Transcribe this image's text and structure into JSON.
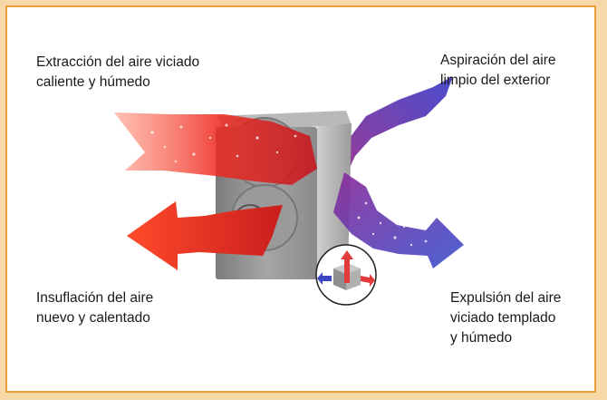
{
  "labels": {
    "top_left": "Extracción del aire viciado\ncaliente y húmedo",
    "top_right": "Aspiración del aire\nlimpio del exterior",
    "bottom_left": "Insuflación del aire\nnuevo y calentado",
    "bottom_right": "Expulsión del aire\nviciado templado\ny húmedo"
  },
  "colors": {
    "frame_border": "#e8a03c",
    "background": "#f6d9a7",
    "warm_air": "#e8261e",
    "cool_air": "#3a3fb4",
    "unit_body": "#8e8e8e"
  },
  "icons": {
    "unit": "heat-recovery-unit",
    "inset": "heat-exchanger-detail"
  }
}
